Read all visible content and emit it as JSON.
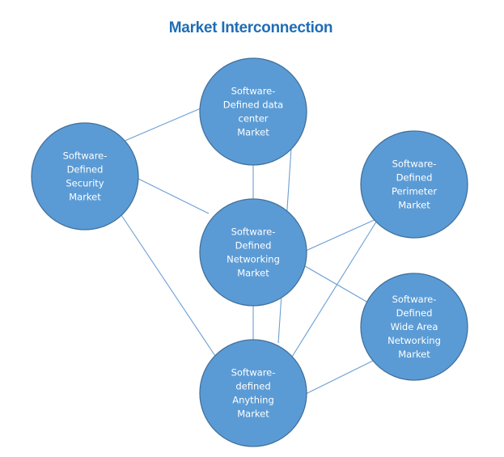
{
  "title": "Market Interconnection",
  "colors": {
    "title": "#1F6DB5",
    "node_fill": "#5B9BD5",
    "node_stroke": "#41719C",
    "edge": "#6A9FD3",
    "label": "#FFFFFF"
  },
  "nodes": [
    {
      "id": "data-center",
      "lines": [
        "Software-",
        "Defined data",
        "center",
        "Market"
      ]
    },
    {
      "id": "security",
      "lines": [
        "Software-",
        "Defined",
        "Security",
        "Market"
      ]
    },
    {
      "id": "perimeter",
      "lines": [
        "Software-",
        "Defined",
        "Perimeter",
        "Market"
      ]
    },
    {
      "id": "networking",
      "lines": [
        "Software-",
        "Defined",
        "Networking",
        "Market"
      ]
    },
    {
      "id": "wan",
      "lines": [
        "Software-",
        "Defined",
        "Wide Area",
        "Networking",
        "Market"
      ]
    },
    {
      "id": "anything",
      "lines": [
        "Software-",
        "defined",
        "Anything",
        "Market"
      ]
    }
  ],
  "edges": [
    {
      "from": "security",
      "to": "data-center"
    },
    {
      "from": "security",
      "to": "networking"
    },
    {
      "from": "security",
      "to": "anything"
    },
    {
      "from": "data-center",
      "to": "networking"
    },
    {
      "from": "data-center",
      "to": "anything"
    },
    {
      "from": "networking",
      "to": "anything"
    },
    {
      "from": "networking",
      "to": "perimeter"
    },
    {
      "from": "networking",
      "to": "wan"
    },
    {
      "from": "anything",
      "to": "perimeter"
    },
    {
      "from": "anything",
      "to": "wan"
    }
  ]
}
